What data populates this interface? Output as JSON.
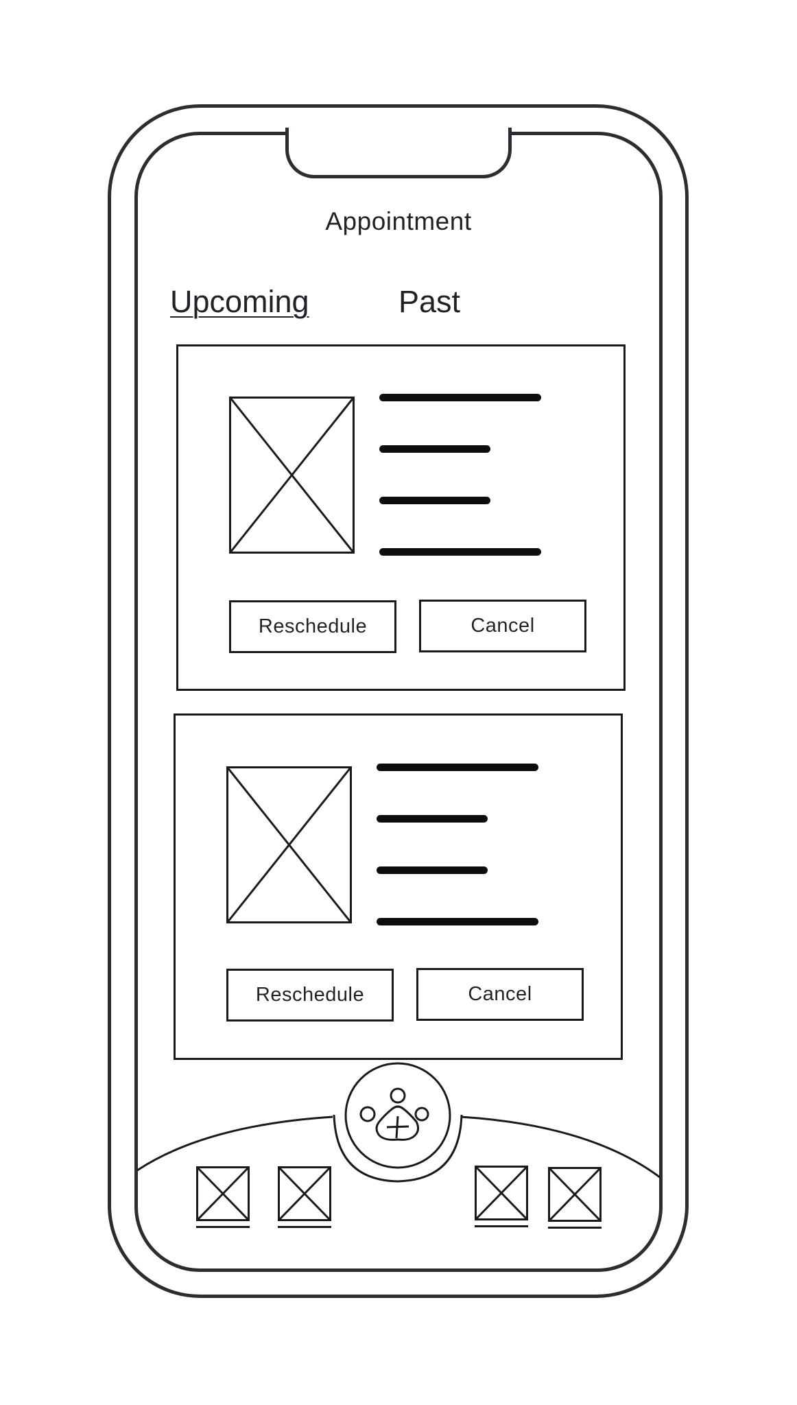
{
  "header": {
    "title": "Appointment"
  },
  "tabs": [
    {
      "label": "Upcoming",
      "active": true
    },
    {
      "label": "Past",
      "active": false
    }
  ],
  "appointments": [
    {
      "image_icon": "image-placeholder-icon",
      "reschedule_label": "Reschedule",
      "cancel_label": "Cancel"
    },
    {
      "image_icon": "image-placeholder-icon",
      "reschedule_label": "Reschedule",
      "cancel_label": "Cancel"
    }
  ],
  "bottom_nav": {
    "items": [
      {
        "icon": "image-placeholder-icon"
      },
      {
        "icon": "image-placeholder-icon"
      },
      {
        "icon": "image-placeholder-icon"
      },
      {
        "icon": "image-placeholder-icon"
      }
    ],
    "center_action": {
      "icon": "paw-plus-icon"
    }
  },
  "colors": {
    "stroke": "#1a1a1a",
    "frame": "#2a2e33",
    "background": "#ffffff"
  }
}
